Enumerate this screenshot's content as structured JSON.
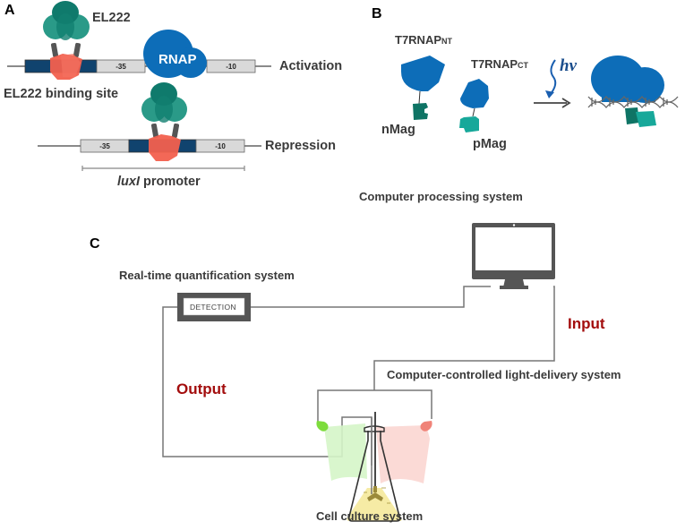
{
  "panels": {
    "A": {
      "letter": "A",
      "protein_label": "EL222",
      "rnap_label": "RNAP",
      "binding_site_label": "EL222 binding site",
      "activation_label": "Activation",
      "repression_label": "Repression",
      "box_minus35": "-35",
      "box_minus10": "-10",
      "promoter_italic": "luxI",
      "promoter_rest": " promoter"
    },
    "B": {
      "letter": "B",
      "nt_main": "T7RNAP",
      "nt_sub": "NT",
      "ct_main": "T7RNAP",
      "ct_sub": "CT",
      "nmag_label": "nMag",
      "pmag_label": "pMag",
      "light_label": "hν"
    },
    "C": {
      "letter": "C",
      "computer_label": "Computer processing system",
      "quant_label": "Real-time quantification system",
      "detection_label": "DETECTION",
      "input_label": "Input",
      "output_label": "Output",
      "light_delivery_label": "Computer-controlled light-delivery system",
      "culture_label": "Cell culture system"
    }
  },
  "colors": {
    "teal_dark": "#0f7a6c",
    "teal": "#2a9a88",
    "red_protein": "#f2604e",
    "rnap_blue": "#0d6db8",
    "dna_dark": "#10436e",
    "box_grey": "#d9d9d9",
    "accent_red": "#a30d0d",
    "nmag": "#0f7465",
    "pmag": "#17a89a",
    "led_green": "#7ddc3c",
    "led_red": "#f08378",
    "beam_green": "#d5f5c8",
    "beam_red": "#fbd6d2",
    "liquid": "#f5eaa0",
    "stirrer": "#9b8a3a"
  }
}
